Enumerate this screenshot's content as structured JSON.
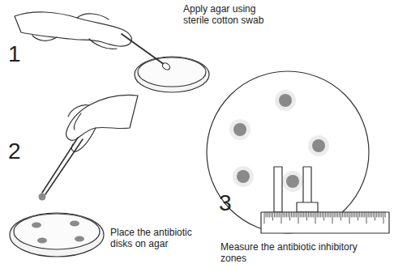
{
  "diagram": {
    "labels": [
      "1",
      "Apply agar using sterile cotton swab",
      "2",
      "Place the antibiotic disks on agar",
      "3",
      "Measure the antibiotic inhibitory zones"
    ]
  }
}
